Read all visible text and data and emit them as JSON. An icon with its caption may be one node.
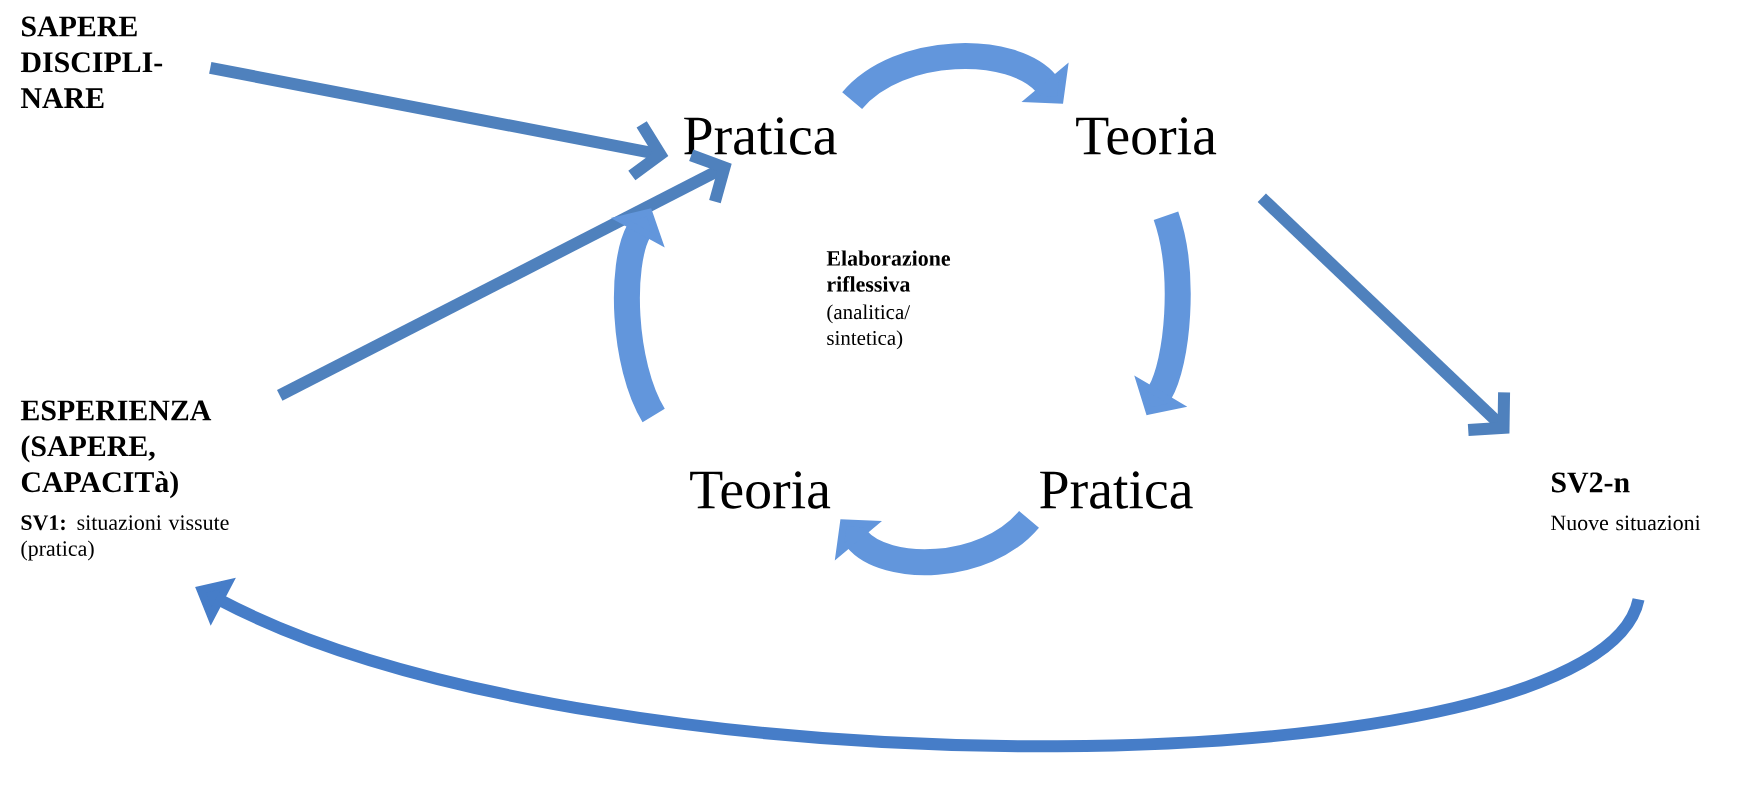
{
  "diagram": {
    "nodes": [
      {
        "text": [
          "SAPERE DISCIPLI- NARE"
        ]
      },
      {
        "text": [
          "Pratica"
        ]
      },
      {
        "text": [
          "Teoria"
        ]
      },
      {
        "text": [
          "Pratica"
        ]
      },
      {
        "text": [
          "Teoria"
        ]
      },
      {
        "text": [
          "ESPERIENZA (SAPERE, CAPACITà)",
          "**SV1:** situazioni vissute (pratica)"
        ]
      },
      {
        "text": [
          "SV2-n",
          "Nuove situazioni"
        ]
      }
    ],
    "edges": [
      {
        "from": 0,
        "to": 1,
        "arrow": "to"
      },
      {
        "from": 5,
        "to": 1,
        "arrow": "to"
      },
      {
        "from": 1,
        "to": 2,
        "arrow": "to",
        "style": "thick"
      },
      {
        "from": 2,
        "to": 3,
        "arrow": "to",
        "style": "thick"
      },
      {
        "from": 3,
        "to": 4,
        "arrow": "to",
        "style": "thick"
      },
      {
        "from": 4,
        "to": 1,
        "arrow": "to",
        "style": "thick"
      },
      {
        "from": 2,
        "to": 6,
        "arrow": "to"
      },
      {
        "from": 6,
        "to": 5,
        "arrow": "to"
      }
    ],
    "labels": [
      "Elaborazione riflessiva",
      "(analitica/ sintetica)"
    ]
  }
}
